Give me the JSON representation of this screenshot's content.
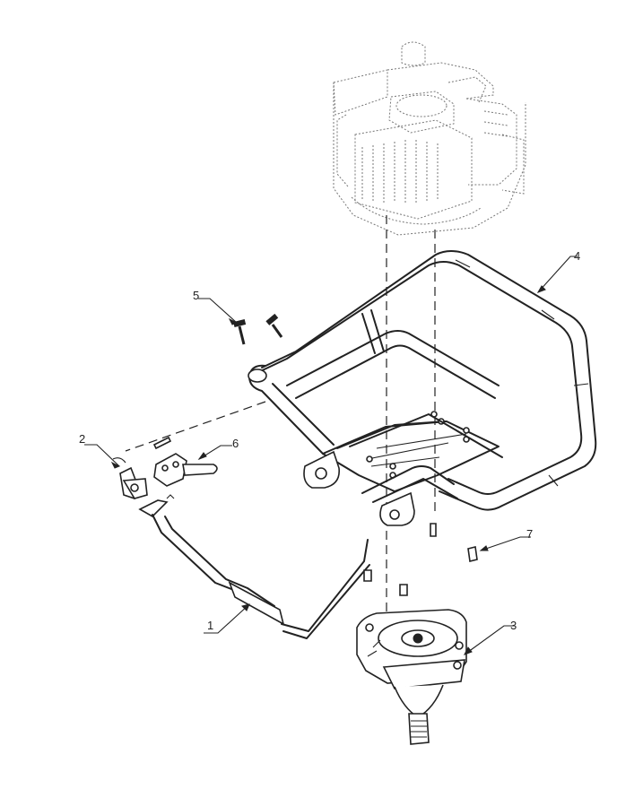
{
  "callouts": {
    "c1": "1",
    "c2": "2",
    "c3": "3",
    "c4": "4",
    "c5": "5",
    "c6": "6",
    "c7": "7"
  },
  "colors": {
    "line": "#222222",
    "ghost": "#777777",
    "background": "#ffffff"
  }
}
